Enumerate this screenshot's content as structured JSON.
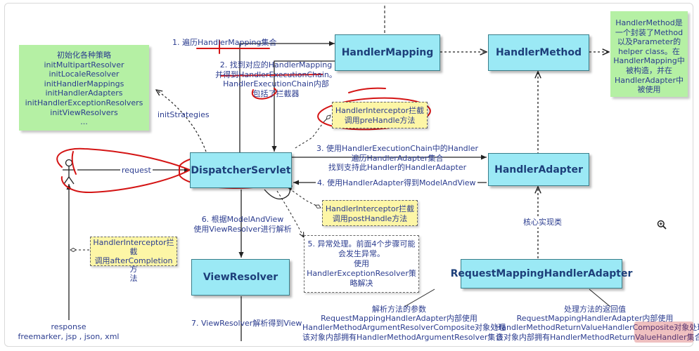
{
  "diagram": {
    "nodes": {
      "dispatcher_servlet": "DispatcherServlet",
      "handler_mapping": "HandlerMapping",
      "handler_method": "HandlerMethod",
      "handler_adapter": "HandlerAdapter",
      "view_resolver": "ViewResolver",
      "request_mapping_handler_adapter": "RequestMappingHandlerAdapter"
    },
    "notes": {
      "init_strategies_list": [
        "初始化各种策略",
        "initMultipartResolver",
        "initLocaleResolver",
        "initHandlerMappings",
        "initHandlerAdapters",
        "initHandlerExceptionResolvers",
        "initViewResolvers",
        "..."
      ],
      "handler_method_desc": [
        "HandlerMethod是",
        "一个封装了Method",
        "以及Parameter的",
        "helper class。在",
        "HandlerMapping中",
        "被构造，并在",
        "HandlerAdapter中",
        "被使用"
      ],
      "pre_handle": [
        "HandlerInterceptor拦截",
        "调用preHandle方法"
      ],
      "post_handle": [
        "HandlerInterceptor拦截",
        "调用postHandle方法"
      ],
      "after_completion": [
        "HandlerInterceptor拦截",
        "调用afterCompletion方",
        "法"
      ],
      "exception_handling": [
        "5. 异常处理。前面4个步骤可能",
        "会发生异常。",
        "使用",
        "HandlerExceptionResolver策",
        "略解决"
      ]
    },
    "labels": {
      "step1": "1. 遍历HandlerMapping集合",
      "step2": [
        "2. 找到对应的HandlerMapping",
        "并得到HandlerExecutionChain。",
        "HandlerExecutionChain内部",
        "包括了拦截器"
      ],
      "step3": [
        "3. 使用HandlerExecutionChain中的Handler",
        "遍历HandlerAdapter集合",
        "找到支持此Handler的HandlerAdapter"
      ],
      "step4": "4. 使用HandlerAdapter得到ModelAndView",
      "step6": [
        "6. 根据ModelAndView",
        "使用ViewResolver进行解析"
      ],
      "step7": "7. ViewResolver解析得到View",
      "init_strategies": "initStrategies",
      "request": "request",
      "response": [
        "response",
        "freemarker, jsp , json, xml"
      ],
      "core_impl": "核心实现类",
      "arg_resolver": [
        "解析方法的参数",
        "RequestMappingHandlerAdapter内部使用",
        "HandlerMethodArgumentResolverComposite对象处理",
        "该对象内部拥有HandlerMethodArgumentResolver集合"
      ],
      "return_handler": [
        "处理方法的返回值",
        "RequestMappingHandlerAdapter内部使用",
        "HandlerMethodReturnValueHandlerComposite对象处理",
        "该对象内部拥有HandlerMethodReturnValueHandler集合"
      ]
    }
  },
  "colors": {
    "node_fill": "#9be9f5",
    "note_green": "#b5f0a4",
    "note_yellow": "#fdf6a6",
    "label_text": "#2b3c8f",
    "annotation_red": "#d41414"
  },
  "icons": {
    "zoom": "zoom-in-icon",
    "actor": "stick-figure-user-icon"
  }
}
